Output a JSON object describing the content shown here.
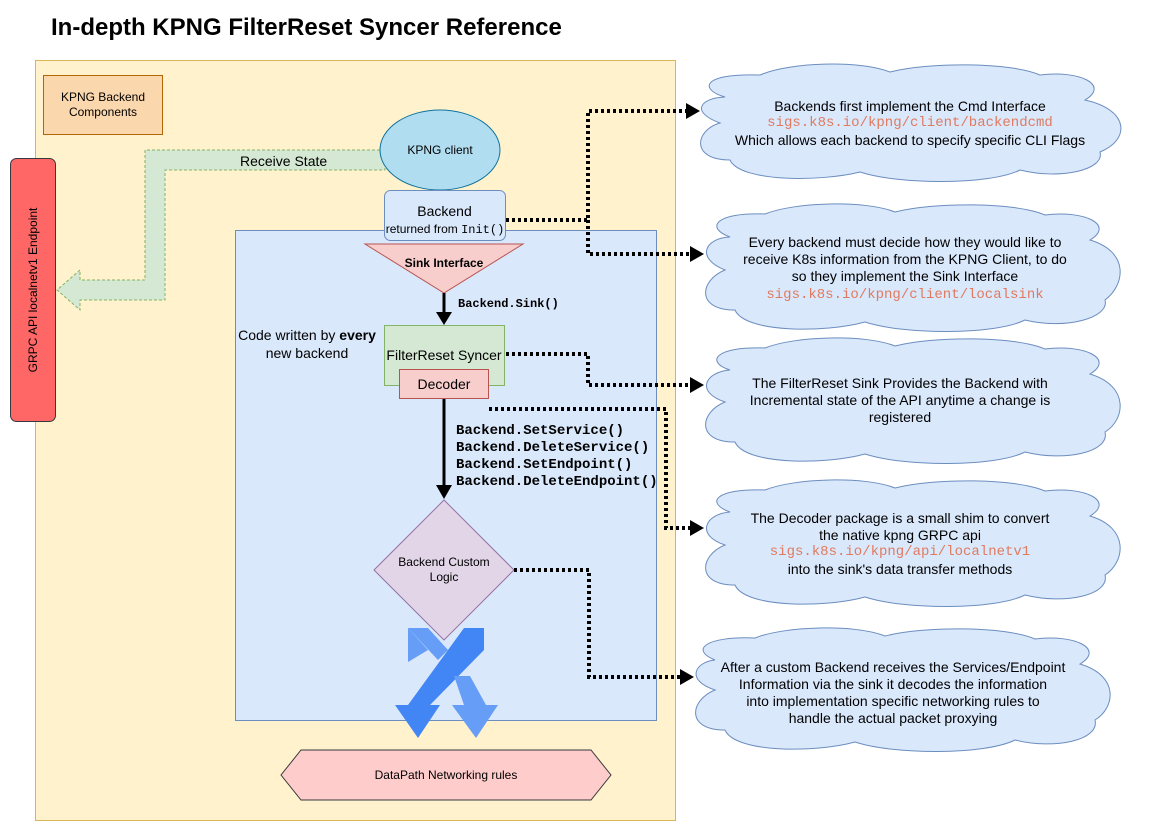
{
  "title": "In-depth KPNG FilterReset Syncer Reference",
  "legend_box": "KPNG Backend Components",
  "grpc_endpoint": "GRPC API localnetv1 Endpoint",
  "receive_state": "Receive State",
  "kpng_client": "KPNG client",
  "backend": {
    "label": "Backend",
    "returned_prefix": "returned from ",
    "returned_code": "Init()"
  },
  "sink_interface": "Sink Interface",
  "sink_call": "Backend.Sink()",
  "code_note": {
    "before": "Code written by ",
    "bold": "every",
    "after": "new backend"
  },
  "filterreset_syncer": "FilterReset Syncer",
  "decoder": "Decoder",
  "methods": [
    "Backend.SetService()",
    "Backend.DeleteService()",
    "Backend.SetEndpoint()",
    "Backend.DeleteEndpoint()"
  ],
  "custom_logic": "Backend Custom Logic",
  "datapath": "DataPath Networking rules",
  "clouds": [
    {
      "lines_before": [
        "Backends first implement the Cmd Interface"
      ],
      "pkg": "sigs.k8s.io/kpng/client/backendcmd",
      "lines_after": [
        "Which allows each backend to specify specific CLI Flags"
      ]
    },
    {
      "lines_before": [
        "Every backend must decide how they would like to",
        "receive K8s information from the KPNG Client, to do",
        "so they implement the Sink Interface"
      ],
      "pkg": "sigs.k8s.io/kpng/client/localsink",
      "lines_after": []
    },
    {
      "lines_before": [
        "The FilterReset Sink Provides the Backend with",
        "Incremental state of the API anytime a change is",
        "registered"
      ],
      "pkg": "",
      "lines_after": []
    },
    {
      "lines_before": [
        "The Decoder package is a small shim to convert",
        "the native kpng GRPC api"
      ],
      "pkg": "sigs.k8s.io/kpng/api/localnetv1",
      "lines_after": [
        "into the sink's data transfer methods"
      ]
    },
    {
      "lines_before": [
        "After a custom Backend receives the Services/Endpoint",
        "Information via the sink it decodes the information",
        "into implementation specific networking rules to",
        "handle the actual packet proxying"
      ],
      "pkg": "",
      "lines_after": []
    }
  ],
  "colors": {
    "outer_bg": "#fff2cc",
    "outer_border": "#d6b656",
    "inner_bg": "#dae8fc",
    "inner_border": "#6c8ebf",
    "legend_bg": "#fad7ac",
    "legend_border": "#b46504",
    "grpc_bg": "#ff6666",
    "client_bg": "#b1ddf0",
    "receive_bg": "#d5e8d4",
    "receive_border": "#82b366",
    "sink_bg": "#f8cecc",
    "sink_border": "#b85450",
    "decision_bg": "#e1d5e7",
    "decision_border": "#9673a6",
    "cloud_bg": "#dae8fc",
    "pkg_text": "#e07a5f",
    "arrow_blue": "#4285f4"
  }
}
